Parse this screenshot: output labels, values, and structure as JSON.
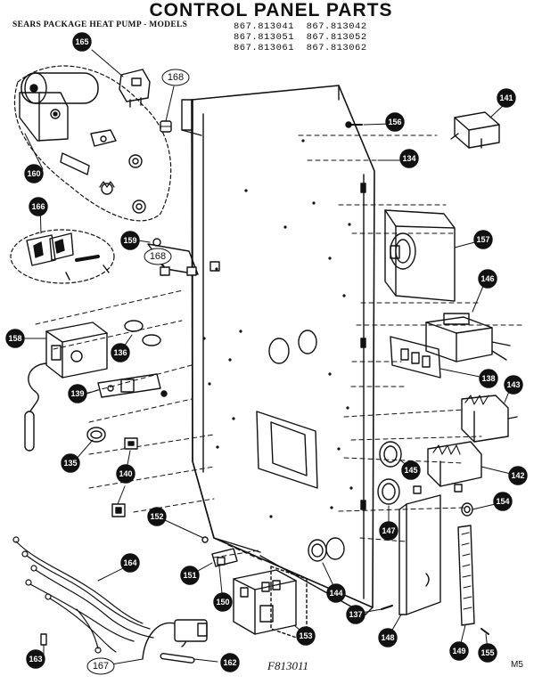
{
  "header": {
    "title": "CONTROL PANEL PARTS",
    "subtitle": "SEARS PACKAGE HEAT PUMP - MODELS",
    "models": [
      "867.813041",
      "867.813042",
      "867.813051",
      "867.813052",
      "867.813061",
      "867.813062"
    ]
  },
  "footer": {
    "drawing_code": "F813011",
    "sheet_code": "M5"
  },
  "callouts": [
    {
      "num": "165",
      "style": "filled"
    },
    {
      "num": "168",
      "style": "open"
    },
    {
      "num": "141",
      "style": "filled"
    },
    {
      "num": "156",
      "style": "filled"
    },
    {
      "num": "134",
      "style": "filled"
    },
    {
      "num": "160",
      "style": "filled"
    },
    {
      "num": "166",
      "style": "filled"
    },
    {
      "num": "157",
      "style": "filled"
    },
    {
      "num": "159",
      "style": "filled"
    },
    {
      "num": "168",
      "style": "open"
    },
    {
      "num": "146",
      "style": "filled"
    },
    {
      "num": "158",
      "style": "filled"
    },
    {
      "num": "136",
      "style": "filled"
    },
    {
      "num": "138",
      "style": "filled"
    },
    {
      "num": "139",
      "style": "filled"
    },
    {
      "num": "143",
      "style": "filled"
    },
    {
      "num": "135",
      "style": "filled"
    },
    {
      "num": "140",
      "style": "filled"
    },
    {
      "num": "145",
      "style": "filled"
    },
    {
      "num": "142",
      "style": "filled"
    },
    {
      "num": "147",
      "style": "filled"
    },
    {
      "num": "154",
      "style": "filled"
    },
    {
      "num": "152",
      "style": "filled"
    },
    {
      "num": "164",
      "style": "filled"
    },
    {
      "num": "151",
      "style": "filled"
    },
    {
      "num": "144",
      "style": "filled"
    },
    {
      "num": "150",
      "style": "filled"
    },
    {
      "num": "137",
      "style": "filled"
    },
    {
      "num": "153",
      "style": "filled"
    },
    {
      "num": "148",
      "style": "filled"
    },
    {
      "num": "149",
      "style": "filled"
    },
    {
      "num": "155",
      "style": "filled"
    },
    {
      "num": "163",
      "style": "filled"
    },
    {
      "num": "167",
      "style": "open"
    },
    {
      "num": "162",
      "style": "filled"
    }
  ]
}
